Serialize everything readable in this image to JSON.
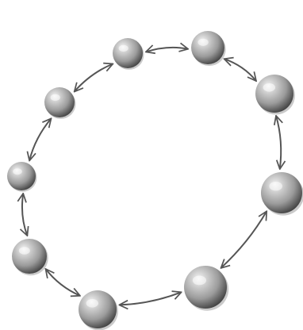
{
  "diagram": {
    "kind": "ring",
    "node_count": 9,
    "edge_style": "bidirectional-arrow",
    "colors": {
      "background": "#ffffff",
      "sphere_highlight": "#f4f4f4",
      "sphere_mid": "#9b9b9b",
      "sphere_shadow": "#3a3a3a",
      "arrow": "#555555"
    },
    "nodes": [
      {
        "id": "sphere-1"
      },
      {
        "id": "sphere-2"
      },
      {
        "id": "sphere-3"
      },
      {
        "id": "sphere-4"
      },
      {
        "id": "sphere-5"
      },
      {
        "id": "sphere-6"
      },
      {
        "id": "sphere-7"
      },
      {
        "id": "sphere-8"
      },
      {
        "id": "sphere-9"
      }
    ],
    "edges": [
      {
        "from": "sphere-1",
        "to": "sphere-2"
      },
      {
        "from": "sphere-2",
        "to": "sphere-3"
      },
      {
        "from": "sphere-3",
        "to": "sphere-4"
      },
      {
        "from": "sphere-4",
        "to": "sphere-5"
      },
      {
        "from": "sphere-5",
        "to": "sphere-6"
      },
      {
        "from": "sphere-6",
        "to": "sphere-7"
      },
      {
        "from": "sphere-7",
        "to": "sphere-8"
      },
      {
        "from": "sphere-8",
        "to": "sphere-9"
      },
      {
        "from": "sphere-9",
        "to": "sphere-1"
      }
    ]
  }
}
